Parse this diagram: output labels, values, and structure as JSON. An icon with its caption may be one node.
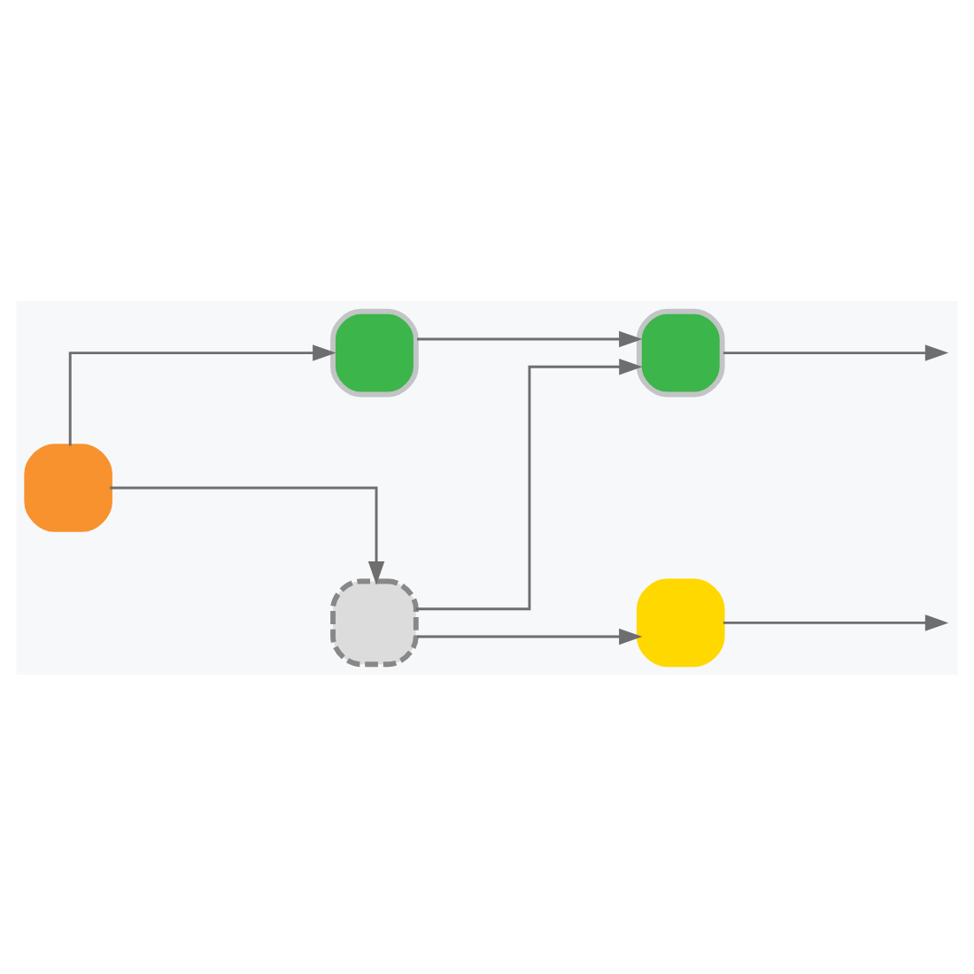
{
  "diagram": {
    "nodes": [
      {
        "text": [],
        "shape": "box"
      },
      {
        "text": [],
        "shape": "box"
      },
      {
        "text": [],
        "shape": "box"
      },
      {
        "text": [],
        "shape": "box"
      },
      {
        "text": [],
        "shape": "box"
      }
    ],
    "edges": [
      {
        "from": 0,
        "to": 1,
        "arrow": "to"
      },
      {
        "from": 1,
        "to": 2,
        "arrow": "to"
      },
      {
        "from": 0,
        "to": 3,
        "arrow": "to"
      },
      {
        "from": 3,
        "to": 2,
        "arrow": "to"
      },
      {
        "from": 3,
        "to": 4,
        "arrow": "to"
      },
      {
        "from": 2,
        "to": null,
        "arrow": "to"
      },
      {
        "from": 4,
        "to": null,
        "arrow": "to"
      }
    ]
  }
}
